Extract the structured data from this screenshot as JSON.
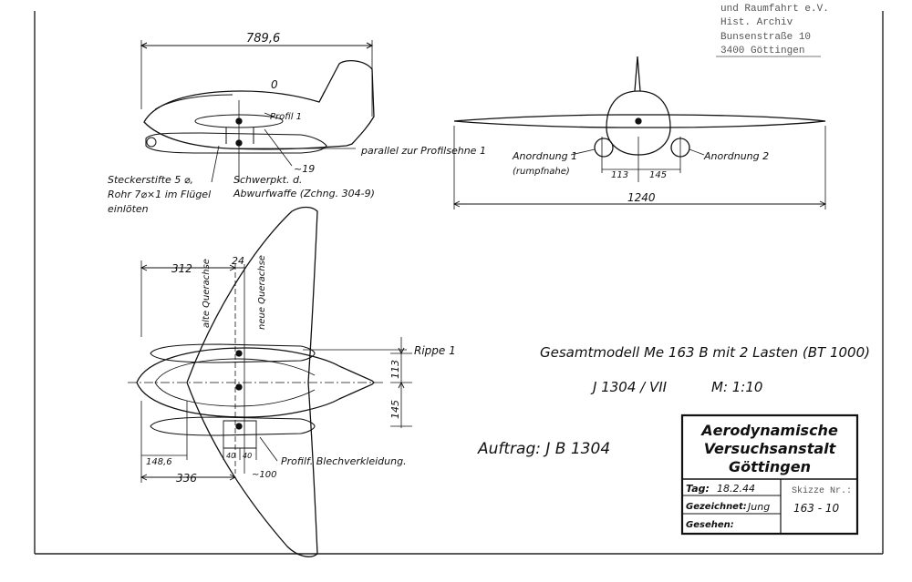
{
  "stamp": {
    "line1": "und Raumfahrt e.V.",
    "line2": "Hist. Archiv",
    "line3": "Bunsenstraße 10",
    "line4": "3400 Göttingen"
  },
  "side_view": {
    "dim_length": "789,6",
    "mark_o": "0",
    "profil": "Profil 1",
    "parallel": "parallel zur Profilsehne 1",
    "stecker_1": "Steckerstifte 5 ⌀,",
    "stecker_2": "Rohr 7⌀×1 im Flügel",
    "stecker_3": "einlöten",
    "schwer_1": "Schwerpkt. d.",
    "schwer_2": "Abwurfwaffe (Zchng. 304-9)",
    "dim_19": "~19"
  },
  "front_view": {
    "anordnung1_1": "Anordnung 1",
    "anordnung1_2": "(rumpfnahe)",
    "anordnung2": "Anordnung 2",
    "dim_113": "113",
    "dim_145": "145",
    "dim_span": "1240"
  },
  "plan_view": {
    "dim_312": "312",
    "dim_24": "24",
    "alte": "alte Querachse",
    "neue": "neue Querachse",
    "rippe": "Rippe 1",
    "dim_113": "113",
    "dim_145": "145",
    "dim_148": "148,6",
    "dim_40a": "40",
    "dim_40b": "40",
    "dim_336": "336",
    "dim_100": "~100",
    "profilbl": "Profilf. Blechverkleidung."
  },
  "title_block": {
    "title": "Gesamtmodell Me 163 B mit 2 Lasten (BT 1000)",
    "number": "J 1304 / VII",
    "scale": "M: 1:10",
    "auftrag": "Auftrag: J B 1304"
  },
  "institute": {
    "line1": "Aerodynamische",
    "line2": "Versuchsanstalt",
    "line3": "Göttingen",
    "tag_label": "Tag:",
    "tag_value": "18.2.44",
    "skizze_label": "Skizze Nr.:",
    "skizze_value": "163 - 10",
    "gezeichnet_label": "Gezeichnet:",
    "gezeichnet_value": "Jung",
    "gesehen_label": "Gesehen:"
  }
}
